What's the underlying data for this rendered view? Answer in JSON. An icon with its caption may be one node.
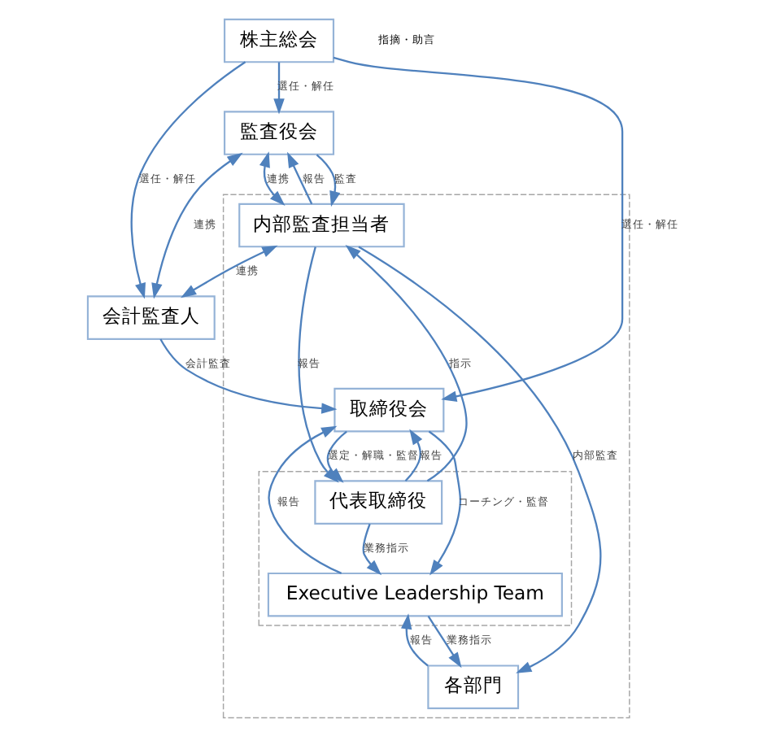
{
  "diagram": {
    "nodes": [
      {
        "text": [
          "株主総会"
        ]
      },
      {
        "text": [
          "監査役会"
        ]
      },
      {
        "text": [],
        "shape": "box"
      },
      {
        "text": [
          "取締役会"
        ],
        "in": 2
      },
      {
        "text": [
          "内部監査担当者"
        ],
        "in": 2
      },
      {
        "text": [],
        "shape": "box",
        "in": 2
      },
      {
        "text": [
          "代表取締役"
        ],
        "in": 5
      },
      {
        "text": [
          "Executive Leadership Team"
        ],
        "in": 5
      },
      {
        "text": [
          "各部門"
        ],
        "in": 2
      },
      {
        "text": [
          "会計監査人"
        ]
      }
    ],
    "edges": [
      {
        "from": 0,
        "to": 1,
        "arrow": "to",
        "label": "選任・解任"
      },
      {
        "from": 0,
        "to": 3,
        "arrow": "to",
        "label": "選任・解任"
      },
      {
        "from": 0,
        "to": 9,
        "arrow": "to",
        "label": "選任・解任"
      },
      {
        "from": 1,
        "to": 4,
        "arrow": "to",
        "label": "監査"
      },
      {
        "from": 4,
        "to": 1,
        "arrow": "to",
        "label": "報告"
      },
      {
        "from": 1,
        "to": 4,
        "arrow": "both",
        "label": "連携"
      },
      {
        "from": 3,
        "to": 6,
        "arrow": "to",
        "label": "選定・解職・監督"
      },
      {
        "from": 6,
        "to": 3,
        "arrow": "to",
        "label": "報告"
      },
      {
        "from": 6,
        "to": 4,
        "arrow": "to",
        "label": "指示"
      },
      {
        "from": 4,
        "to": 6,
        "arrow": "to",
        "label": "報告"
      },
      {
        "from": 6,
        "to": 7,
        "arrow": "to",
        "label": "業務指示"
      },
      {
        "from": 7,
        "to": 3,
        "arrow": "to",
        "label": "報告"
      },
      {
        "from": 3,
        "to": 7,
        "arrow": "to",
        "label": "コーチング・監督"
      },
      {
        "from": 7,
        "to": 8,
        "arrow": "to",
        "label": "業務指示"
      },
      {
        "from": 8,
        "to": 7,
        "arrow": "to",
        "label": "報告"
      },
      {
        "from": 4,
        "to": 8,
        "arrow": "to",
        "label": "内部監査"
      },
      {
        "from": 4,
        "to": 9,
        "arrow": "both",
        "label": "連携"
      },
      {
        "from": 9,
        "to": 3,
        "arrow": "to",
        "label": "会計監査"
      },
      {
        "from": 1,
        "to": 9,
        "arrow": "both",
        "label": "連携"
      }
    ],
    "labels": [
      "指摘・助言"
    ]
  }
}
